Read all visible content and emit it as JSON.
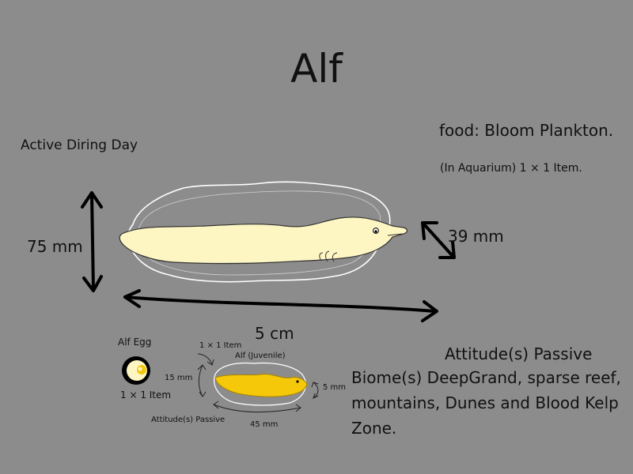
{
  "title": "Alf",
  "activity": "Active Diring Day",
  "food": "food: Bloom Plankton.",
  "aquarium": "(In Aquarium) 1 × 1 Item.",
  "dimensions": {
    "height": "75 mm",
    "thickness": "39 mm",
    "length": "5 cm"
  },
  "attitude": "Attitude(s) Passive",
  "biome": "Biome(s) DeepGrand, sparse reef, mountains, Dunes and Blood Kelp Zone.",
  "egg": {
    "label": "Alf Egg",
    "size": "1 × 1 Item"
  },
  "juvenile": {
    "size": "1 × 1 Item",
    "name": "Alf (Juvenile)",
    "height": "15 mm",
    "thickness": "5 mm",
    "length": "45 mm",
    "attitude": "Attitude(s) Passive"
  },
  "colors": {
    "background": "#8c8c8c",
    "adult_body": "#fdf6c3",
    "juvenile_body": "#f5c80a",
    "glow_outline": "#ffffff"
  }
}
